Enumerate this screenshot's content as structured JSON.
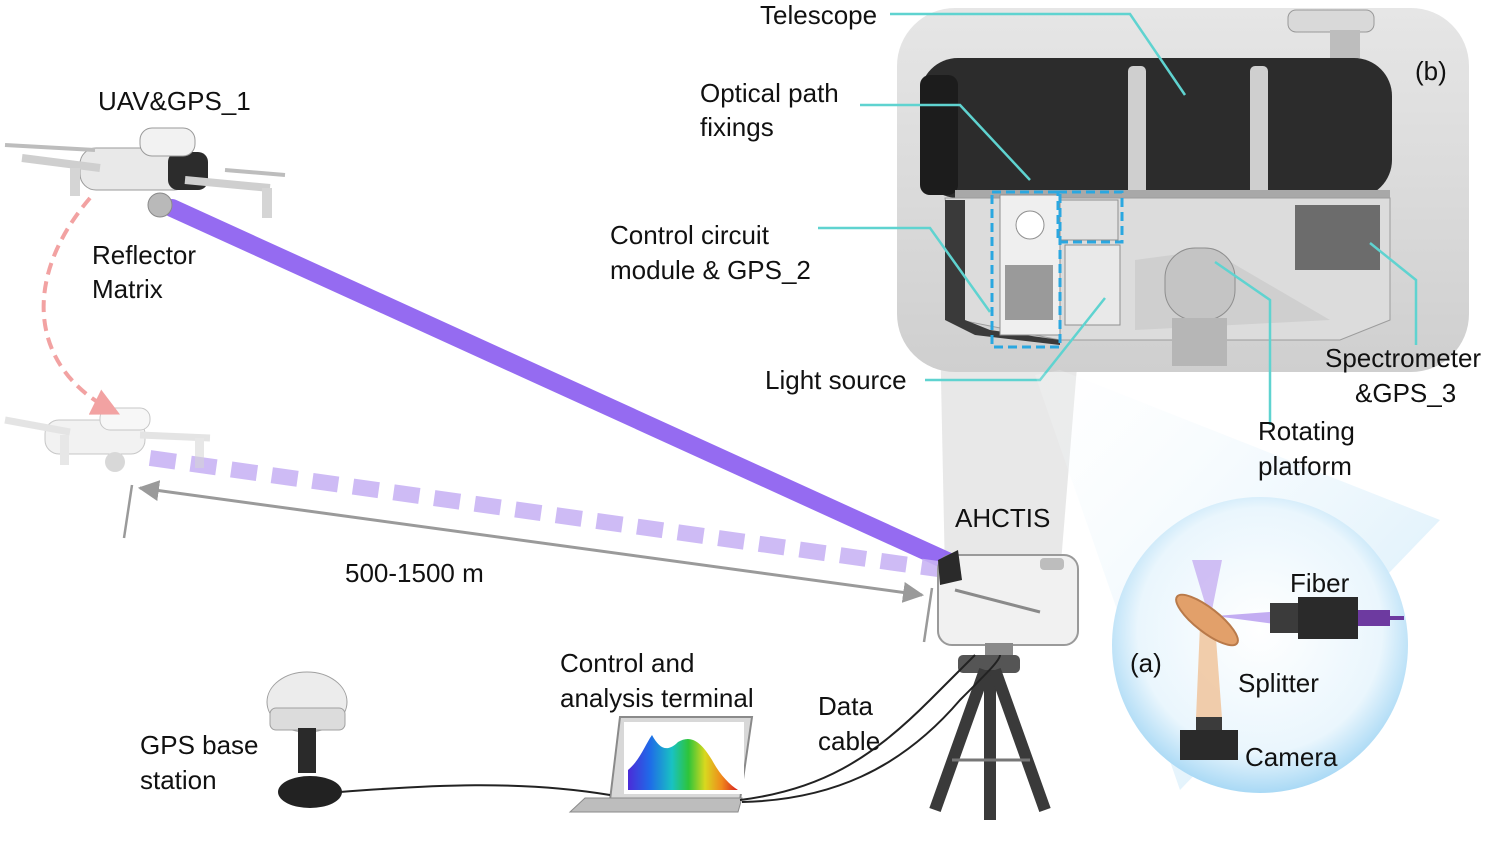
{
  "labels": {
    "uav": "UAV&GPS_1",
    "reflector": "Reflector",
    "matrix": "Matrix",
    "distance": "500-1500 m",
    "ahctis": "AHCTIS",
    "telescope": "Telescope",
    "panel_b": "(b)",
    "optical_1": "Optical path",
    "optical_2": "fixings",
    "control_1": "Control circuit",
    "control_2": "module & GPS_2",
    "light_source": "Light source",
    "spectro_1": "Spectrometer",
    "spectro_2": "&GPS_3",
    "rotating_1": "Rotating",
    "rotating_2": "platform",
    "fiber": "Fiber",
    "panel_a": "(a)",
    "splitter": "Splitter",
    "camera": "Camera",
    "terminal_1": "Control and",
    "terminal_2": "analysis terminal",
    "data_1": "Data",
    "data_2": "cable",
    "gps_base_1": "GPS base",
    "gps_base_2": "station"
  },
  "colors": {
    "beam": "#8a5cf0",
    "callout": "#5fd3d0",
    "dashed_box": "#2aa7e0",
    "arrow": "#9a9a9a",
    "arc": "#f2a2a2",
    "device_dark": "#2a2a2a"
  }
}
